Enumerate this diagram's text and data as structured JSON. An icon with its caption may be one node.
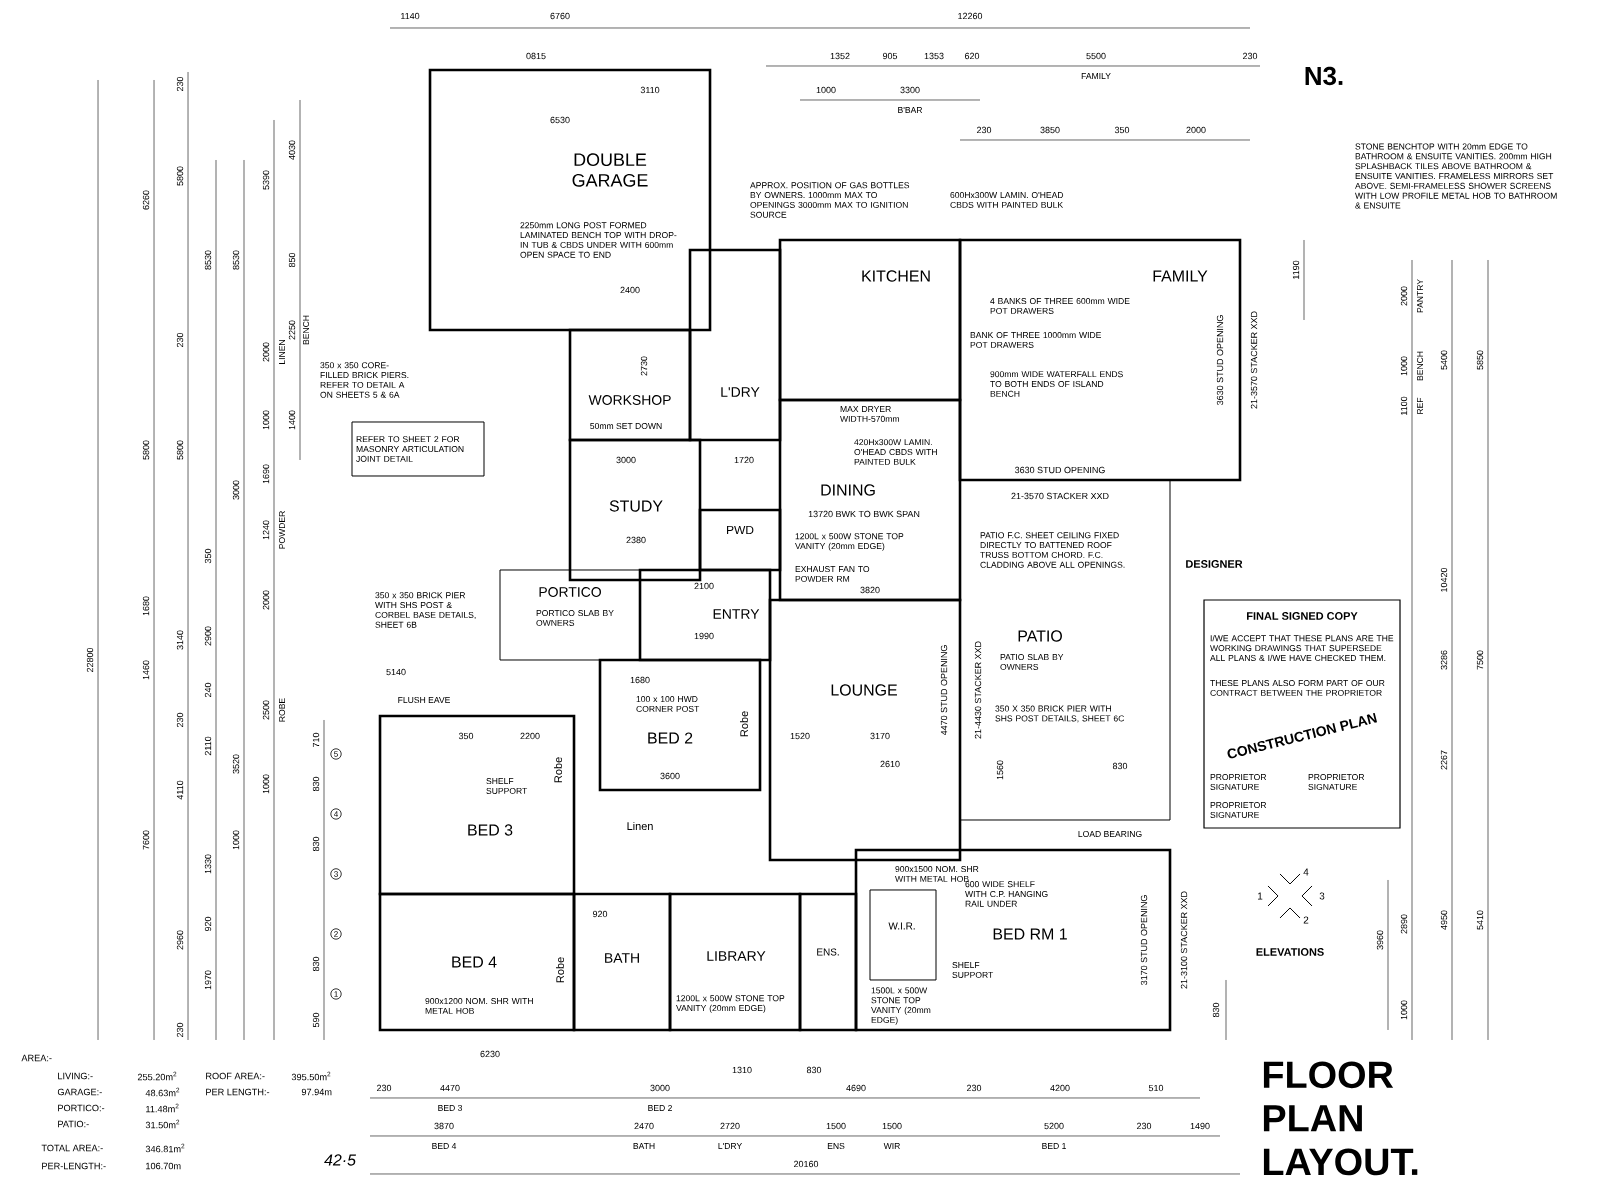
{
  "diagram": {
    "title": "FLOOR PLAN LAYOUT.",
    "nodes": [
      {
        "text": [
          "DOUBLE GARAGE"
        ]
      },
      {
        "text": [
          "WORKSHOP"
        ]
      },
      {
        "text": [
          "L'DRY"
        ]
      },
      {
        "text": [
          "KITCHEN"
        ]
      },
      {
        "text": [
          "FAMILY"
        ]
      },
      {
        "text": [
          "STUDY"
        ]
      },
      {
        "text": [
          "PWD"
        ]
      },
      {
        "text": [
          "DINING"
        ]
      },
      {
        "text": [
          "PORTICO"
        ]
      },
      {
        "text": [
          "ENTRY"
        ]
      },
      {
        "text": [
          "LOUNGE"
        ]
      },
      {
        "text": [
          "PATIO"
        ]
      },
      {
        "text": [
          "BED 2"
        ]
      },
      {
        "text": [
          "BED 3"
        ]
      },
      {
        "text": [
          "BED 4"
        ]
      },
      {
        "text": [
          "BATH"
        ]
      },
      {
        "text": [
          "LIBRARY"
        ]
      },
      {
        "text": [
          "ENS."
        ]
      },
      {
        "text": [
          "W.I.R."
        ],
        "in": 19
      },
      {
        "text": [
          "BED RM 1"
        ]
      },
      {
        "text": [
          "REFER TO SHEET 2 FOR MASONRY ARTICULATION JOINT DETAIL"
        ]
      },
      {
        "text": [
          "FINAL SIGNED COPY",
          "I/WE ACCEPT THAT THESE PLANS ARE THE WORKING DRAWINGS THAT SUPERSEDE ALL PLANS & I/WE HAVE CHECKED THEM.",
          "THESE PLANS ALSO FORM PART OF OUR CONTRACT BETWEEN THE PROPRIETOR",
          "PROPRIETOR SIGNATURE",
          "PROPRIETOR SIGNATURE",
          "PROPRIETOR SIGNATURE"
        ]
      }
    ],
    "labels": [
      "N3.",
      "1140",
      "6760",
      "12260",
      "0815",
      "1352",
      "905",
      "1353",
      "620",
      "5500",
      "FAMILY",
      "230",
      "1000",
      "3300",
      "B'BAR",
      "3110",
      "6530",
      "230",
      "3850",
      "350",
      "2000",
      "STONE BENCHTOP WITH 20mm EDGE TO BATHROOM & ENSUITE VANITIES. 200mm HIGH SPLASHBACK TILES ABOVE BATHROOM & ENSUITE VANITIES. FRAMELESS MIRRORS SET ABOVE. SEMI-FRAMELESS SHOWER SCREENS WITH LOW PROFILE METAL HOB TO BATHROOM & ENSUITE",
      "APPROX. POSITION OF GAS BOTTLES BY OWNERS. 1000mm MAX TO OPENINGS 3000mm MAX TO IGNITION SOURCE",
      "2250mm LONG POST FORMED LAMINATED BENCH TOP WITH DROP-IN TUB & CBDS UNDER WITH 600mm OPEN SPACE TO END",
      "600Hx300W LAMIN. O'HEAD CBDS WITH PAINTED BULK",
      "1190",
      "4 BANKS OF THREE 600mm WIDE POT DRAWERS",
      "2400",
      "BANK OF THREE 1000mm WIDE POT DRAWERS",
      "3630 STUD OPENING",
      "21-3570 STACKER XXD",
      "2730",
      "900mm WIDE WATERFALL ENDS TO BOTH ENDS OF ISLAND BENCH",
      "350 x 350 CORE-FILLED BRICK PIERS. REFER TO DETAIL A ON SHEETS 5 & 6A",
      "MAX DRYER WIDTH-570mm",
      "50mm SET DOWN",
      "420Hx300W LAMIN. O'HEAD CBDS WITH PAINTED BULK",
      "3630 STUD OPENING",
      "3000",
      "1720",
      "13720 BWK TO BWK SPAN",
      "21-3570 STACKER XXD",
      "2380",
      "1200L x 500W STONE TOP VANITY (20mm EDGE)",
      "PATIO F.C. SHEET CEILING FIXED DIRECTLY TO BATTENED ROOF TRUSS BOTTOM CHORD. F.C. CLADDING ABOVE ALL OPENINGS.",
      "DESIGNER",
      "EXHAUST FAN TO POWDER RM",
      "2100",
      "3820",
      "PORTICO SLAB BY OWNERS",
      "350 x 350 BRICK PIER WITH SHS POST & CORBEL BASE DETAILS, SHEET 6B",
      "1990",
      "PATIO SLAB BY OWNERS",
      "4470 STUD OPENING",
      "21-4430 STACKER XXD",
      "5140",
      "1680",
      "FLUSH EAVE",
      "350 X 350 BRICK PIER WITH SHS POST DETAILS, SHEET 6C",
      "100 x 100 HWD CORNER POST",
      "350",
      "2200",
      "Robe",
      "1520",
      "3170",
      "Robe",
      "2610",
      "1560",
      "830",
      "3600",
      "SHELF SUPPORT",
      "LOAD BEARING",
      "Linen",
      "900x1500 NOM. SHR WITH METAL HOB",
      "920",
      "600 WIDE SHELF WITH C.P. HANGING RAIL UNDER",
      "3170 STUD OPENING",
      "21-3100 STACKER XXD",
      "SHELF SUPPORT",
      "Robe",
      "900x1200 NOM. SHR WITH METAL HOB",
      "1200L x 500W STONE TOP VANITY (20mm EDGE)",
      "1500L x 500W STONE TOP VANITY (20mm EDGE)",
      "830",
      "5",
      "4",
      "3",
      "2",
      "1",
      "710",
      "830",
      "830",
      "830",
      "590",
      "6230",
      "1310",
      "830",
      "230",
      "4470",
      "3000",
      "4690",
      "230",
      "4200",
      "510",
      "BED 3",
      "BED 2",
      "3870",
      "2470",
      "2720",
      "1500",
      "1500",
      "5200",
      "230",
      "1490",
      "BED 4",
      "BATH",
      "L'DRY",
      "ENS",
      "WIR",
      "BED 1",
      "20160",
      "AREA:-",
      "LIVING:-",
      "255.20m$^{2}$",
      "ROOF AREA:-",
      "395.50m$^{2}$",
      "GARAGE:-",
      "48.63m$^{2}$",
      "PER LENGTH:-",
      "97.94m",
      "PORTICO:-",
      "11.48m$^{2}$",
      "PATIO:-",
      "31.50m$^{2}$",
      "TOTAL AREA:-",
      "346.81m$^{2}$",
      "PER-LENGTH:-",
      "106.70m",
      "42·5",
      "22800",
      "6260",
      "5800",
      "1680",
      "1460",
      "7600",
      "230",
      "5800",
      "230",
      "5800",
      "3140",
      "230",
      "4110",
      "2960",
      "230",
      "8530",
      "350",
      "2900",
      "240",
      "2110",
      "1330",
      "920",
      "1970",
      "8530",
      "3000",
      "3520",
      "1000",
      "5390",
      "2000",
      "1000",
      "1690",
      "1240",
      "2000",
      "2500",
      "1000",
      "LINEN",
      "POWDER",
      "ROBE",
      "4030",
      "850",
      "2250",
      "1400",
      "BENCH",
      "2000",
      "PANTRY",
      "1000",
      "BENCH",
      "1100",
      "REF",
      "5400",
      "5850",
      "10420",
      "3286",
      "7500",
      "2267",
      "2890",
      "4950",
      "5410",
      "3960",
      "1000",
      "1",
      "2",
      "3",
      "4",
      "ELEVATIONS",
      "CONSTRUCTION PLAN"
    ]
  }
}
